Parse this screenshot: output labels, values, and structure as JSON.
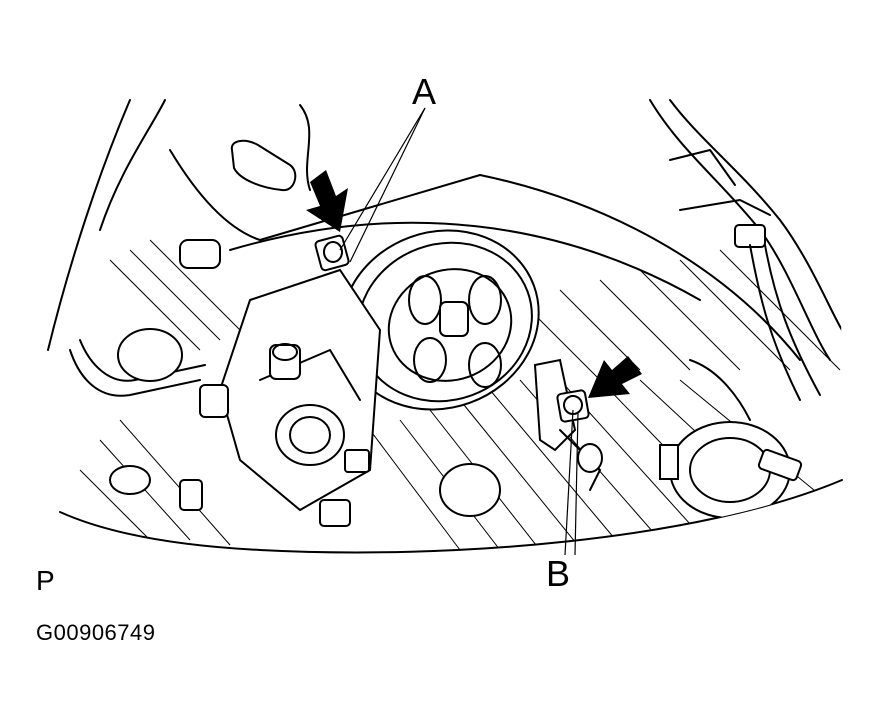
{
  "callouts": {
    "a": "A",
    "b": "B"
  },
  "view_mark": "P",
  "figure_code": "G00906749",
  "icons": [
    "arrow-icon",
    "arrow-icon"
  ],
  "colors": {
    "line": "#000000",
    "background": "#ffffff"
  }
}
